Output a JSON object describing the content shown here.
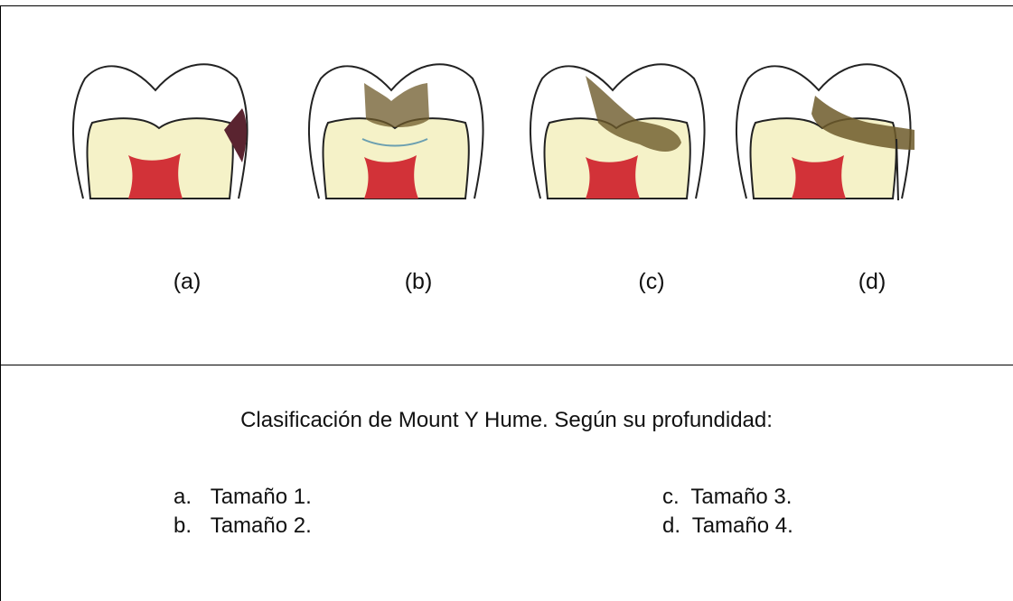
{
  "figure": {
    "panels": [
      {
        "id": "a",
        "label": "(a)",
        "lesion": "small-surface"
      },
      {
        "id": "b",
        "label": "(b)",
        "lesion": "enamel-shallow"
      },
      {
        "id": "c",
        "label": "(c)",
        "lesion": "dentin-moderate"
      },
      {
        "id": "d",
        "label": "(d)",
        "lesion": "extensive-undermining"
      }
    ],
    "colors": {
      "enamel": "#ffffff",
      "dentin": "#f5f2c8",
      "pulp": "#d23238",
      "caries_dark": "#5a2430",
      "caries_brown": "#6d5a2a",
      "outline": "#222222"
    }
  },
  "caption": {
    "text": "Clasificación de Mount Y Hume. Según su profundidad:",
    "items": [
      {
        "marker": "a.",
        "text": "Tamaño 1."
      },
      {
        "marker": "b.",
        "text": "Tamaño 2."
      },
      {
        "marker": "c.",
        "text": "Tamaño 3."
      },
      {
        "marker": "d.",
        "text": "Tamaño 4."
      }
    ]
  }
}
